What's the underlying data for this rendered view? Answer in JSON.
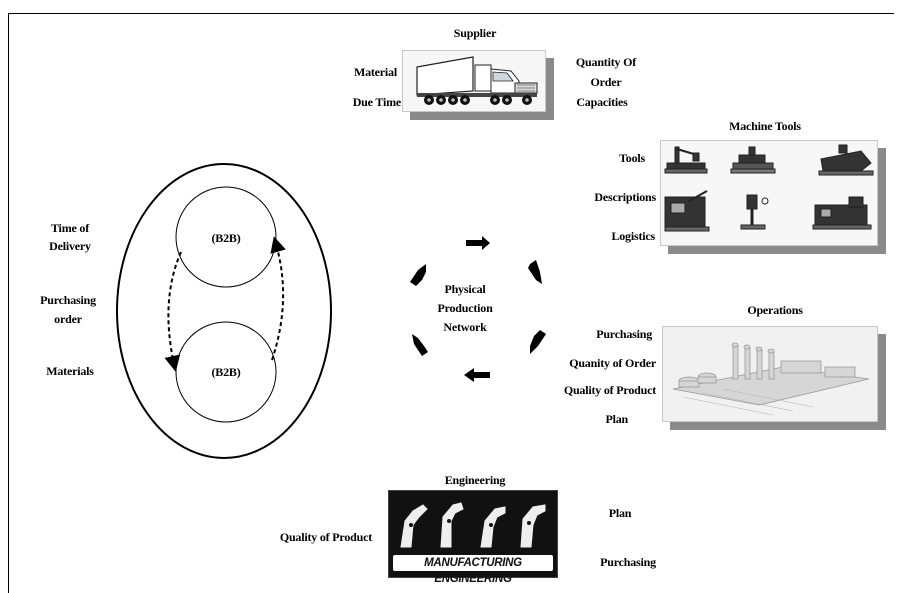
{
  "supplier": {
    "title": "Supplier",
    "left_labels": [
      "Material",
      "Due Time"
    ],
    "right_labels": [
      "Quantity Of",
      "Order",
      "Capacities"
    ],
    "image_icon": "truck-icon"
  },
  "machine_tools": {
    "title": "Machine Tools",
    "labels": [
      "Tools",
      "Descriptions",
      "Logistics"
    ],
    "image_icon": "machine-tools-icon"
  },
  "operations": {
    "title": "Operations",
    "labels": [
      "Purchasing",
      "Quanity of Order",
      "Quality of Product",
      "Plan"
    ],
    "image_icon": "factory-icon"
  },
  "engineering": {
    "title": "Engineering",
    "left_label": "Quality of Product",
    "right_labels": [
      "Plan",
      "Purchasing"
    ],
    "banner": "MANUFACTURING ENGINEERING",
    "image_icon": "robot-arms-icon"
  },
  "network": {
    "center_lines": [
      "Physical",
      "Production",
      "Network"
    ]
  },
  "b2b": {
    "top": "(B2B)",
    "bottom": "(B2B)",
    "left_labels": [
      "Time of",
      "Delivery",
      "Purchasing",
      "order",
      "Materials"
    ]
  }
}
